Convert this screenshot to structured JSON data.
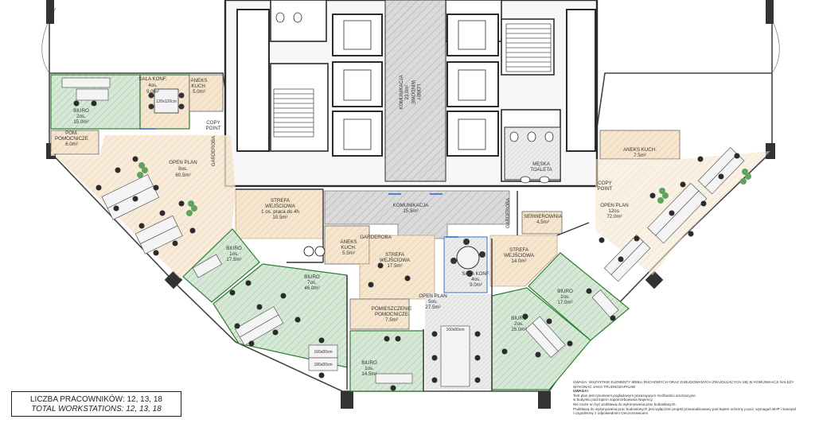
{
  "rooms": [
    {
      "id": "sala-konf-left",
      "lines": [
        "SALA KONF.",
        "4os.",
        "9.0m²"
      ]
    },
    {
      "id": "aneks-kuch-left",
      "lines": [
        "ANEKS",
        "KUCH.",
        "5.0m²"
      ]
    },
    {
      "id": "biuro-2os-left",
      "lines": [
        "BIURO",
        "2os.",
        "15.0m²"
      ]
    },
    {
      "id": "pom-pomocnicze-left",
      "lines": [
        "POM.",
        "POMOCNICZE",
        "6.0m²"
      ]
    },
    {
      "id": "copy-point-left",
      "lines": [
        "COPY",
        "POINT"
      ]
    },
    {
      "id": "open-plan-8os",
      "lines": [
        "OPEN PLAN",
        "8os.",
        "60.5m²"
      ]
    },
    {
      "id": "strefa-wejsciowa-left",
      "lines": [
        "STREFA",
        "WEJŚCIOWA",
        "1 os. praca do 4h",
        "10.5m²"
      ]
    },
    {
      "id": "biuro-1os-17-5",
      "lines": [
        "BIURO",
        "1os.",
        "17.5m²"
      ]
    },
    {
      "id": "biuro-7os",
      "lines": [
        "BIURO",
        "7os.",
        "46.0m²"
      ]
    },
    {
      "id": "aneks-kuch-center",
      "lines": [
        "ANEKS",
        "KUCH.",
        "5.5m²"
      ]
    },
    {
      "id": "strefa-wejsciowa-center",
      "lines": [
        "STREFA",
        "WEJŚCIOWA",
        "17.5m²"
      ]
    },
    {
      "id": "pomieszczenie-pomocnicze",
      "lines": [
        "POMIESZCZENIE",
        "POMOCNICZE",
        "7.5m²"
      ]
    },
    {
      "id": "biuro-1os-14-5",
      "lines": [
        "BIURO",
        "1os.",
        "14.5m²"
      ]
    },
    {
      "id": "open-plan-5os",
      "lines": [
        "OPEN PLAN",
        "5os.",
        "27.5m²"
      ]
    },
    {
      "id": "sala-konf-center",
      "lines": [
        "SALA KONF.",
        "4os.",
        "9.0m²"
      ]
    },
    {
      "id": "strefa-wejsciowa-right",
      "lines": [
        "STREFA",
        "WEJŚCIOWA",
        "14.0m²"
      ]
    },
    {
      "id": "biuro-2os-right",
      "lines": [
        "BIURO",
        "2os.",
        "25.0m²"
      ]
    },
    {
      "id": "biuro-1os-17-0",
      "lines": [
        "BIURO",
        "1os.",
        "17.0m²"
      ]
    },
    {
      "id": "open-plan-12os",
      "lines": [
        "OPEN PLAN",
        "12os.",
        "72.0m²"
      ]
    },
    {
      "id": "serwerownia",
      "lines": [
        "SERWEROWNIA",
        "4.5m²"
      ]
    },
    {
      "id": "komunikacja-bottom",
      "lines": [
        "KOMUNIKACJA",
        "15.5m²"
      ]
    },
    {
      "id": "meska-toaleta",
      "lines": [
        "MĘSKA",
        "TOALETA"
      ]
    },
    {
      "id": "copy-point-right",
      "lines": [
        "COPY",
        "POINT"
      ]
    },
    {
      "id": "aneks-kuch-right",
      "lines": [
        "ANEKS KUCH.",
        "7.5m²"
      ]
    }
  ],
  "vertical_labels": {
    "lobby": [
      "LOBBY",
      "WINDOWE"
    ],
    "komunikacja": [
      "KOMUNIKACJA",
      "23.0m²"
    ],
    "garderoba_left": "GARDEROBA",
    "garderoba_right": "GARDEROBA"
  },
  "garderoba_center": "GARDEROBA",
  "furniture_labels": {
    "table_120": "120x120cm",
    "desk_160": "160x80cm",
    "desk_180": "180x80cm",
    "desk_long": "160x80cm"
  },
  "legend": {
    "line1": "LICZBA PRACOWNIKÓW: 12, 13, 18",
    "line2": "TOTAL WORKSTATIONS: 12, 13, 18"
  },
  "notes": [
    {
      "text": "UWAGA: WSZYSTKIE ELEMENTY MEBLI RUCHOMYCH ORAZ ZABUDOWANYCH ZNAJDUJĄCYCH SIĘ W KOMUNIKACJI NALEŻY",
      "bold": false
    },
    {
      "text": "WYKONAĆ JAKO TRUDNOZAPALNE",
      "bold": false
    },
    {
      "text": "UWAGA!",
      "bold": true
    },
    {
      "text": "Test plan jest rysunkiem poglądowym pokazującym możliwości aranżacyjne",
      "bold": false
    },
    {
      "text": "w budynku pod kątem zapotrzebowania Najemcy.",
      "bold": false
    },
    {
      "text": "Nie może on być podstawą do wykonywania prac budowlanych.",
      "bold": false
    },
    {
      "text": "Podstawą do wykonywania prac budowlanych jest wyłącznie projekt przeanalizowany pod kątem ochrony p-poż, wymagań BHP i Sanepid",
      "bold": false
    },
    {
      "text": "i uzgodniony z odpowiednimi rzeczoznawcami",
      "bold": false
    }
  ],
  "colors": {
    "office_green": "#cfe3d0",
    "office_green_border": "#2e7d32",
    "common_beige": "#f5e2c6",
    "corridor_gray": "#c8c8c8",
    "core_wall": "#2b2b2b",
    "plant_green": "#5fa35f",
    "desk_gray": "#f2f2f2"
  }
}
